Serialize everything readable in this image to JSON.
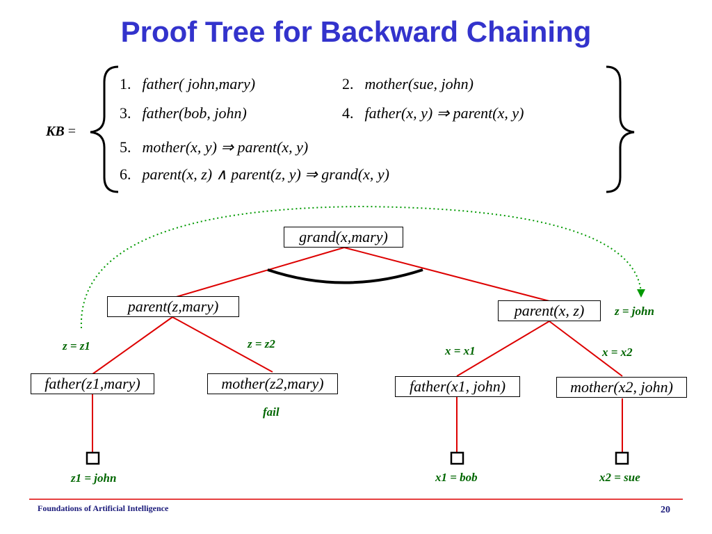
{
  "slide": {
    "title": "Proof Tree for Backward Chaining",
    "footer_text": "Foundations of Artificial Intelligence",
    "page_number": "20"
  },
  "kb": {
    "label": "KB",
    "equals": "=",
    "rules": [
      {
        "num": "1.",
        "formula": "father( john,mary)"
      },
      {
        "num": "2.",
        "formula": "mother(sue, john)"
      },
      {
        "num": "3.",
        "formula": "father(bob, john)"
      },
      {
        "num": "4.",
        "formula": "father(x, y) ⇒ parent(x, y)"
      },
      {
        "num": "5.",
        "formula": "mother(x, y) ⇒ parent(x, y)"
      },
      {
        "num": "6.",
        "formula": "parent(x, z) ∧ parent(z, y) ⇒ grand(x, y)"
      }
    ]
  },
  "tree": {
    "root": "grand(x,mary)",
    "left_parent": "parent(z,mary)",
    "right_parent": "parent(x, z)",
    "ll": "father(z1,mary)",
    "lr": "mother(z2,mary)",
    "rl": "father(x1, john)",
    "rr": "mother(x2, john)",
    "labels": {
      "z_eq_john": "z = john",
      "z_z1": "z = z1",
      "z_z2": "z = z2",
      "x_x1": "x = x1",
      "x_x2": "x = x2",
      "fail": "fail",
      "z1_john": "z1 = john",
      "x1_bob": "x1 = bob",
      "x2_sue": "x2 = sue"
    }
  },
  "colors": {
    "title": "#3333cc",
    "edge": "#dd0000",
    "label_green": "#006600",
    "dotted_arc": "#009900",
    "footer_line": "#dd0000"
  }
}
